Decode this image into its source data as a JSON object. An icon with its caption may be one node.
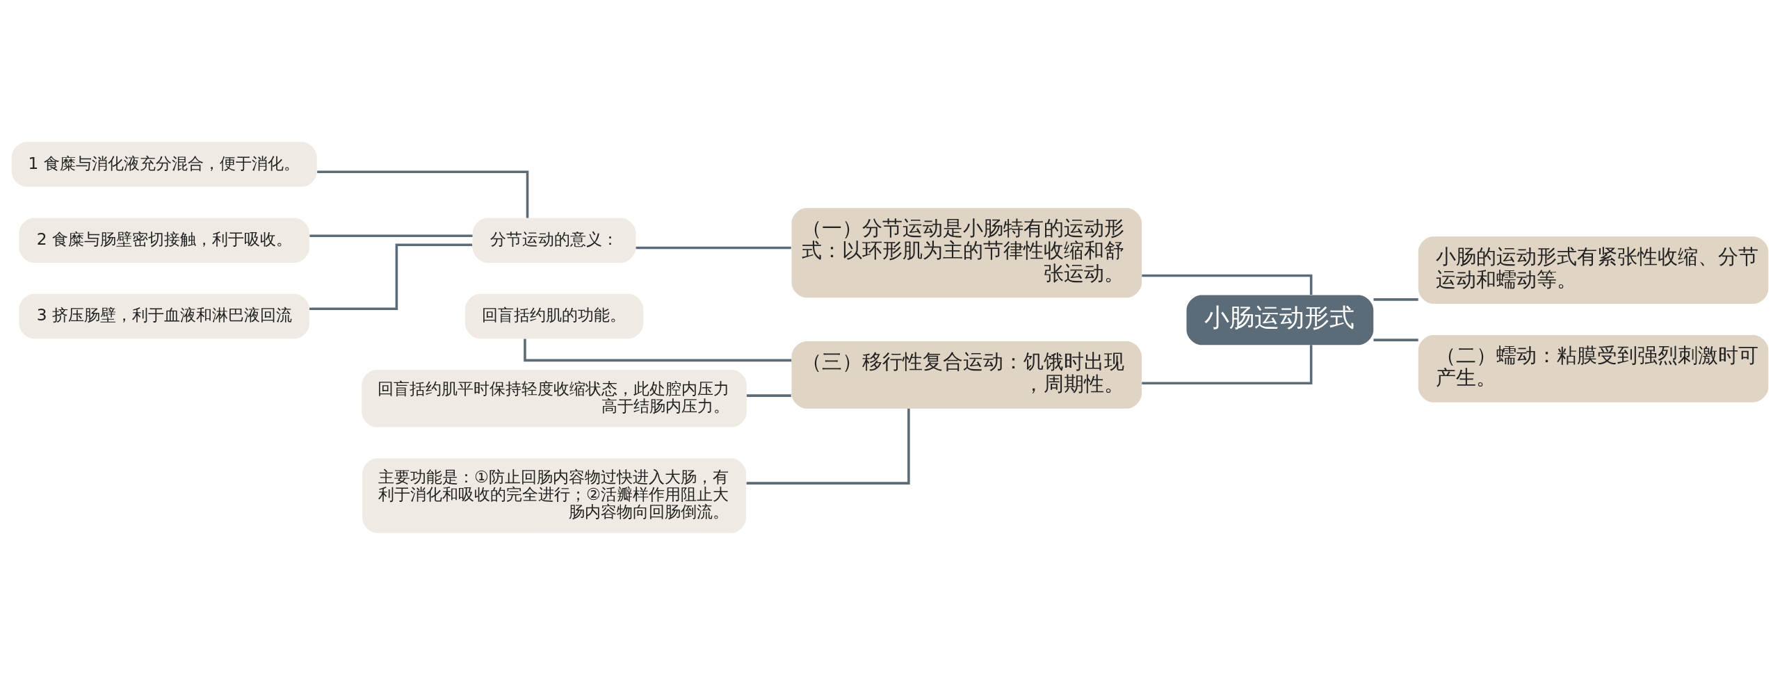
{
  "diagram": {
    "nodes": [
      {
        "text": [
          "小肠运动形式"
        ]
      },
      {
        "text": [
          "（一）分节运动是小肠特有的运动形式：以环形肌为主的节律性收缩和舒张运动。"
        ]
      },
      {
        "text": [
          "分节运动的意义："
        ]
      },
      {
        "text": [
          "1 食糜与消化液充分混合，便于消化。"
        ]
      },
      {
        "text": [
          "2 食糜与肠壁密切接触，利于吸收。"
        ]
      },
      {
        "text": [
          "3 挤压肠壁，利于血液和淋巴液回流"
        ]
      },
      {
        "text": [
          "（三）移行性复合运动：饥饿时出现，周期性。"
        ]
      },
      {
        "text": [
          "回盲括约肌的功能。"
        ]
      },
      {
        "text": [
          "回盲括约肌平时保持轻度收缩状态，此处腔内压力高于结肠内压力。"
        ]
      },
      {
        "text": [
          "主要功能是：①防止回肠内容物过快进入大肠，有利于消化和吸收的完全进行；②活瓣样作用阻止大肠内容物向回肠倒流。"
        ]
      },
      {
        "text": [
          "小肠的运动形式有紧张性收缩、分节运动和蠕动等。"
        ]
      },
      {
        "text": [
          "（二）蠕动：粘膜受到强烈刺激时可产生。"
        ]
      }
    ],
    "edges": [
      {
        "from": 0,
        "to": 1,
        "arrow": "none"
      },
      {
        "from": 1,
        "to": 2,
        "arrow": "none"
      },
      {
        "from": 2,
        "to": 3,
        "arrow": "none"
      },
      {
        "from": 2,
        "to": 4,
        "arrow": "none"
      },
      {
        "from": 2,
        "to": 5,
        "arrow": "none"
      },
      {
        "from": 0,
        "to": 6,
        "arrow": "none"
      },
      {
        "from": 6,
        "to": 7,
        "arrow": "none"
      },
      {
        "from": 6,
        "to": 8,
        "arrow": "none"
      },
      {
        "from": 6,
        "to": 9,
        "arrow": "none"
      },
      {
        "from": 0,
        "to": 10,
        "arrow": "none"
      },
      {
        "from": 0,
        "to": 11,
        "arrow": "none"
      }
    ]
  }
}
